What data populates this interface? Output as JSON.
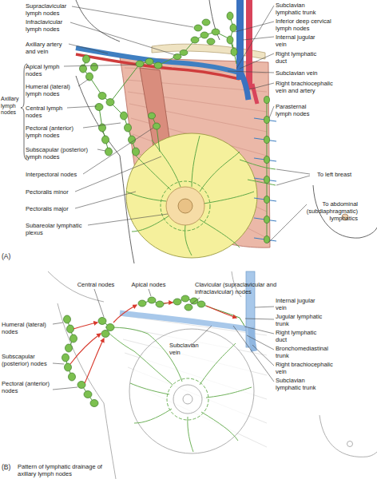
{
  "diagram": {
    "labels": [
      "Supraclavicular lymph nodes",
      "Infraclavicular lymph nodes",
      "Axillary artery and vein",
      "Apical lymph nodes",
      "Humeral (lateral) lymph nodes",
      "Central lymph nodes",
      "Pectoral (anterior) lymph nodes",
      "Subscapular (posterior) lymph nodes",
      "Axillary lymph nodes",
      "Interpectoral nodes",
      "Pectoralis minor",
      "Pectoralis major",
      "Subareolar lymphatic plexus",
      "(A)",
      "Subclavian lymphatic trunk",
      "Inferior deep cervical lymph nodes",
      "Internal jugular vein",
      "Right lymphatic duct",
      "Subclavian vein",
      "Right brachiocephalic vein and artery",
      "Parasternal lymph nodes",
      "To left breast",
      "To abdominal (subdiaphragmatic) lymphatics",
      "Central nodes",
      "Apical nodes",
      "Clavicular (supraclavicular and infraclavicular) nodes",
      "Humeral (lateral) nodes",
      "Subscapular (posterior) nodes",
      "Pectoral (anterior) nodes",
      "Internal jugular vein",
      "Jugular lymphatic trunk",
      "Right lymphatic duct",
      "Bronchomediastinal trunk",
      "Right brachiocephalic vein",
      "Subclavian lymphatic trunk",
      "Subclavian vein",
      "(B)",
      "Pattern of lymphatic drainage of axillary lymph nodes"
    ]
  }
}
